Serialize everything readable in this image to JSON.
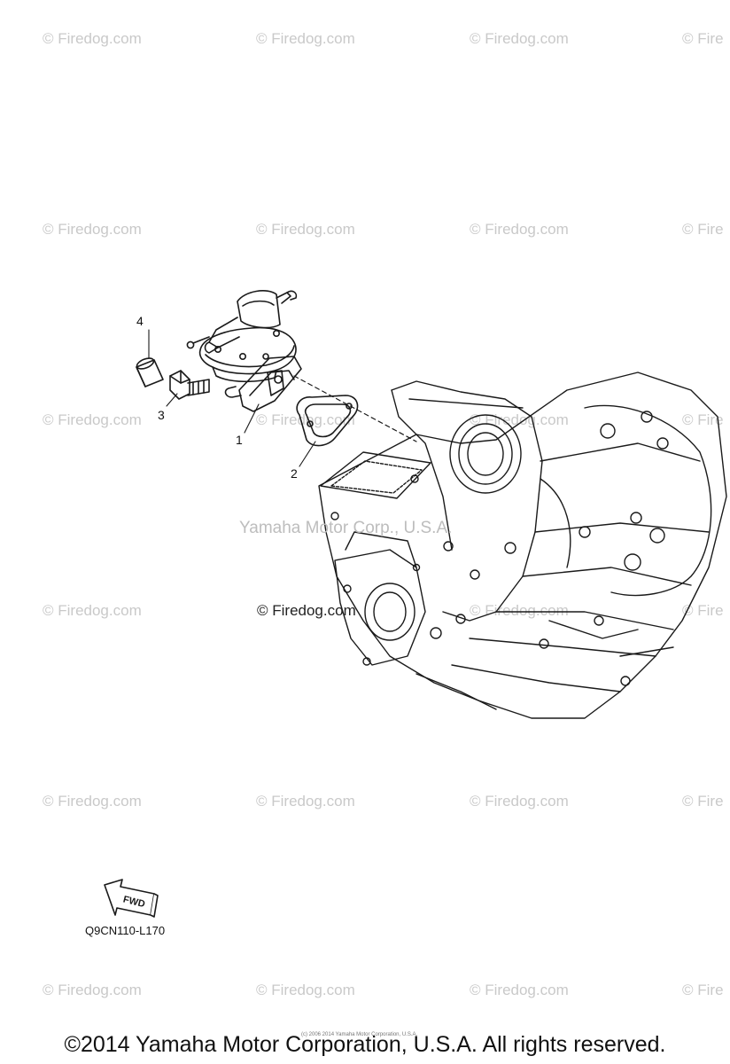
{
  "watermark": {
    "text": "© Firedog.com",
    "text_cut": "© Fire"
  },
  "callouts": {
    "c1": "1",
    "c2": "2",
    "c3": "3",
    "c4": "4"
  },
  "overlay": {
    "center_watermark": "Yamaha Motor Corp., U.S.A.",
    "firedog_mark": "© Firedog.com"
  },
  "fwd": {
    "label": "FWD"
  },
  "diagram_code": "Q9CN110-L170",
  "tiny_copyright": "(c) 2006 2014 Yamaha Motor Corporation, U.S.A.",
  "footer": "©2014 Yamaha Motor Corporation, U.S.A. All rights reserved."
}
